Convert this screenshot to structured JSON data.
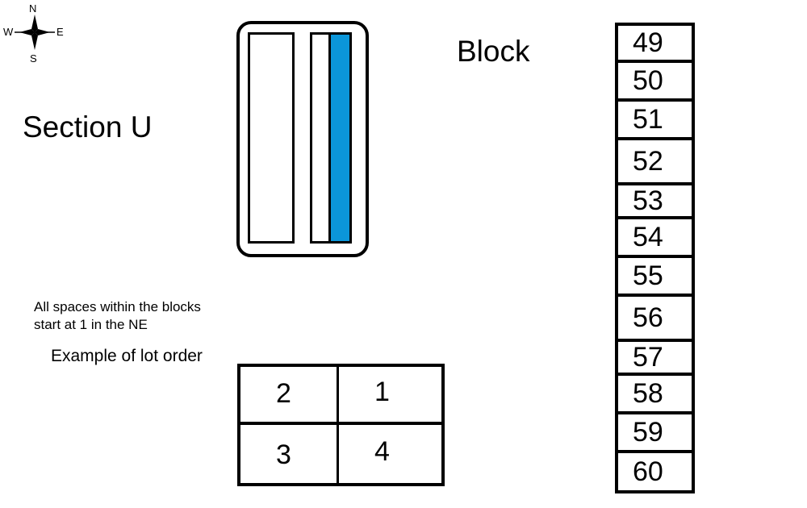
{
  "compass": {
    "north": "N",
    "south": "S",
    "east": "E",
    "west": "W"
  },
  "section": {
    "label": "Section U"
  },
  "block": {
    "title": "Block",
    "numbers": [
      "49",
      "50",
      "51",
      "52",
      "53",
      "54",
      "55",
      "56",
      "57",
      "58",
      "59",
      "60"
    ]
  },
  "legend": {
    "note_line1": "All spaces within the blocks",
    "note_line2": "start at 1 in the NE",
    "example_title": "Example of lot order",
    "lots": {
      "top_left": "2",
      "top_right": "1",
      "bottom_left": "3",
      "bottom_right": "4"
    }
  },
  "colors": {
    "highlight": "#0b96d9",
    "line": "#000000",
    "background": "#ffffff"
  }
}
